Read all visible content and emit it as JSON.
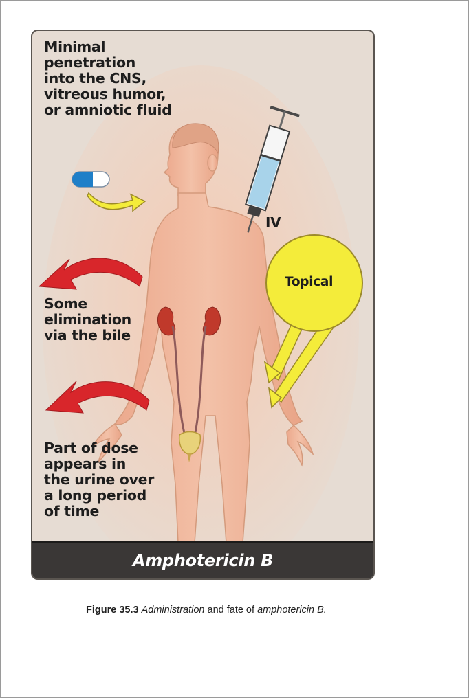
{
  "figure": {
    "title": "Amphotericin B",
    "labels": {
      "penetration": "Minimal\npenetration\ninto the CNS,\nvitreous humor,\nor amniotic fluid",
      "iv": "IV",
      "topical": "Topical",
      "bile": "Some\nelimination\nvia the bile",
      "urine": "Part of dose\nappears in\nthe urine over\na long period\nof time"
    },
    "icons": [
      "oral-capsule-icon",
      "syringe-icon",
      "human-body-figure",
      "kidneys-icon",
      "bladder-icon"
    ],
    "colors": {
      "panel_background": "#e6dcd3",
      "body_fill": "#f0b9a0",
      "red_arrow": "#d8262b",
      "yellow_arrow": "#f4ec3a",
      "capsule_blue": "#1f7fc8",
      "footer_bar": "#3a3736"
    }
  },
  "caption": {
    "figure_number": "Figure 35.3",
    "part1": "Administration",
    "part2": "and fate of",
    "part3": "amphotericin B."
  }
}
